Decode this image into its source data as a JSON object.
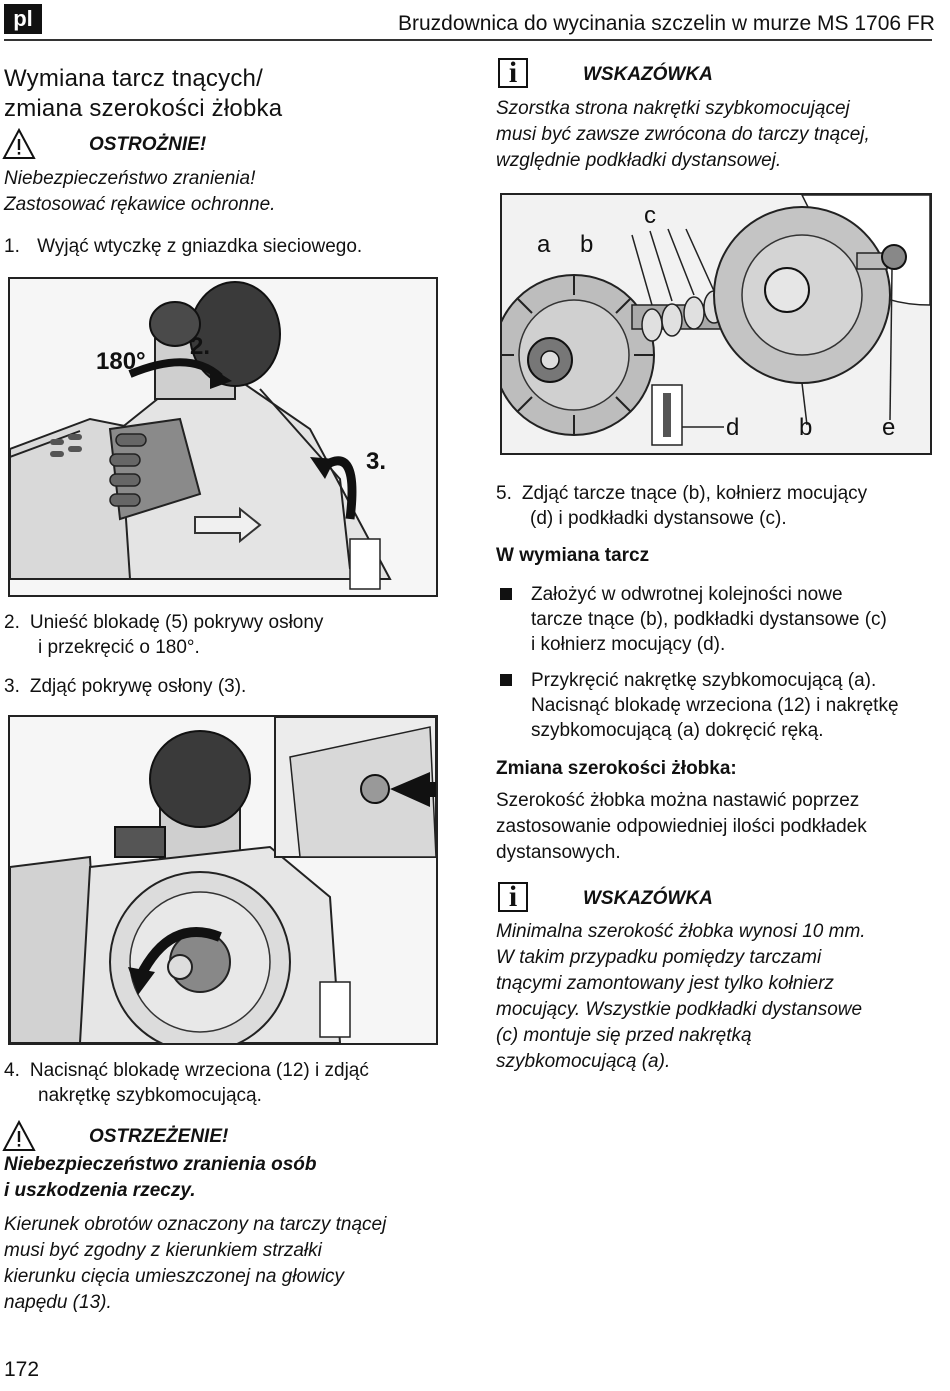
{
  "header": {
    "lang": "pl",
    "title": "Bruzdownica do wycinania szczelin w murze MS 1706 FR"
  },
  "left": {
    "heading_line1": "Wymiana tarcz tnących/",
    "heading_line2": "zmiana szerokości żłobka",
    "caution_title": "OSTROŻNIE!",
    "caution_line1": "Niebezpieczeństwo zranienia!",
    "caution_line2": "Zastosować rękawice ochronne.",
    "step1_num": "1.",
    "step1_text": "Wyjąć wtyczkę z gniazdka sieciowego.",
    "fig1_label_180": "180°",
    "fig1_label_2": "2.",
    "fig1_label_3": "3.",
    "step2_num": "2.",
    "step2_line1": "Unieść blokadę (5) pokrywy osłony",
    "step2_line2": "i przekręcić o 180°.",
    "step3_num": "3.",
    "step3_text": "Zdjąć pokrywę osłony (3).",
    "step4_num": "4.",
    "step4_line1": "Nacisnąć blokadę wrzeciona (12) i zdjąć",
    "step4_line2": "nakrętkę szybkomocującą.",
    "warning_title": "OSTRZEŻENIE!",
    "warning_bold1": "Niebezpieczeństwo zranienia osób",
    "warning_bold2": "i uszkodzenia rzeczy.",
    "warning_body": [
      "Kierunek obrotów oznaczony na tarczy tnącej",
      "musi być zgodny z kierunkiem strzałki",
      "kierunku cięcia umieszczonej na głowicy",
      "napędu (13)."
    ]
  },
  "right": {
    "tip1_title": "WSKAZÓWKA",
    "tip1_body": [
      "Szorstka strona nakrętki szybkomocującej",
      "musi być zawsze zwrócona do tarczy tnącej,",
      "względnie podkładki dystansowej."
    ],
    "fig_labels": {
      "a": "a",
      "b": "b",
      "c": "c",
      "d": "d",
      "b2": "b",
      "e": "e"
    },
    "step5_num": "5.",
    "step5_line1": "Zdjąć tarcze tnące (b), kołnierz mocujący",
    "step5_line2": "(d) i podkładki dystansowe (c).",
    "sub_heading": "W wymiana tarcz",
    "bullet1": [
      "Założyć w odwrotnej kolejności nowe",
      "tarcze tnące (b), podkładki dystansowe (c)",
      "i kołnierz mocujący (d)."
    ],
    "bullet2": [
      "Przykręcić nakrętkę szybkomocującą (a).",
      "Nacisnąć blokadę wrzeciona (12) i nakrętkę",
      "szybkomocującą (a) dokręcić ręką."
    ],
    "heading2": "Zmiana szerokości żłobka:",
    "para2": [
      "Szerokość żłobka można nastawić poprzez",
      "zastosowanie odpowiedniej ilości podkładek",
      "dystansowych."
    ],
    "tip2_title": "WSKAZÓWKA",
    "tip2_body": [
      "Minimalna szerokość żłobka wynosi 10 mm.",
      "W takim przypadku pomiędzy tarczami",
      "tnącymi zamontowany jest tylko kołnierz",
      "mocujący. Wszystkie podkładki dystansowe",
      "(c) montuje się przed nakrętką",
      "szybkomocującą (a)."
    ]
  },
  "footer": {
    "page_number": "172"
  }
}
